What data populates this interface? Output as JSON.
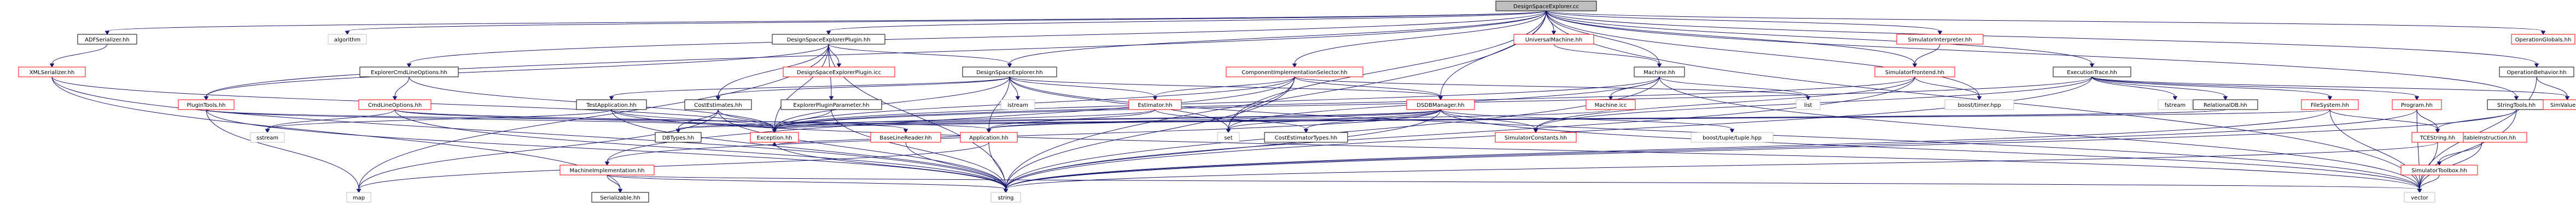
{
  "colors": {
    "edge": "#191970",
    "root_fill": "#bfbfbf",
    "box_border": "#000000",
    "box_border_incomplete": "#ff0000",
    "box_border_system": "#bfbfbf",
    "background": "#ffffff"
  },
  "nodes": [
    {
      "id": "dse_cc",
      "label": "DesignSpaceExplorer.cc",
      "style": "root"
    },
    {
      "id": "adf_serializer",
      "label": "ADFSerializer.hh",
      "style": "normal"
    },
    {
      "id": "algorithm",
      "label": "algorithm",
      "style": "leaf"
    },
    {
      "id": "dse_plugin",
      "label": "DesignSpaceExplorerPlugin.hh",
      "style": "normal"
    },
    {
      "id": "universal_machine",
      "label": "UniversalMachine.hh",
      "style": "red"
    },
    {
      "id": "simulator_interpreter",
      "label": "SimulatorInterpreter.hh",
      "style": "red"
    },
    {
      "id": "operation_globals",
      "label": "OperationGlobals.hh",
      "style": "red"
    },
    {
      "id": "xml_serializer",
      "label": "XMLSerializer.hh",
      "style": "red"
    },
    {
      "id": "explorer_cmd_line",
      "label": "ExplorerCmdLineOptions.hh",
      "style": "normal"
    },
    {
      "id": "dse_plugin_icc",
      "label": "DesignSpaceExplorerPlugin.icc",
      "style": "red"
    },
    {
      "id": "dse_hh",
      "label": "DesignSpaceExplorer.hh",
      "style": "normal"
    },
    {
      "id": "component_impl_selector",
      "label": "ComponentImplementationSelector.hh",
      "style": "red"
    },
    {
      "id": "machine_hh",
      "label": "Machine.hh",
      "style": "normal"
    },
    {
      "id": "simulator_frontend",
      "label": "SimulatorFrontend.hh",
      "style": "red"
    },
    {
      "id": "execution_trace",
      "label": "ExecutionTrace.hh",
      "style": "normal"
    },
    {
      "id": "operation_behavior",
      "label": "OperationBehavior.hh",
      "style": "normal"
    },
    {
      "id": "plugin_tools",
      "label": "PluginTools.hh",
      "style": "red"
    },
    {
      "id": "cmd_line_options",
      "label": "CmdLineOptions.hh",
      "style": "red"
    },
    {
      "id": "test_application",
      "label": "TestApplication.hh",
      "style": "normal"
    },
    {
      "id": "cost_estimates",
      "label": "CostEstimates.hh",
      "style": "normal"
    },
    {
      "id": "explorer_plugin_param",
      "label": "ExplorerPluginParameter.hh",
      "style": "normal"
    },
    {
      "id": "istream",
      "label": "istream",
      "style": "leaf"
    },
    {
      "id": "estimator",
      "label": "Estimator.hh",
      "style": "red"
    },
    {
      "id": "dsdb_manager",
      "label": "DSDBManager.hh",
      "style": "red"
    },
    {
      "id": "machine_icc",
      "label": "Machine.icc",
      "style": "red"
    },
    {
      "id": "list",
      "label": "list",
      "style": "leaf"
    },
    {
      "id": "boost_timer",
      "label": "boost/timer.hpp",
      "style": "leaf"
    },
    {
      "id": "fstream",
      "label": "fstream",
      "style": "leaf"
    },
    {
      "id": "relational_db",
      "label": "RelationalDB.hh",
      "style": "normal"
    },
    {
      "id": "file_system",
      "label": "FileSystem.hh",
      "style": "red"
    },
    {
      "id": "program_hh",
      "label": "Program.hh",
      "style": "red"
    },
    {
      "id": "string_tools",
      "label": "StringTools.hh",
      "style": "normal"
    },
    {
      "id": "simvalue",
      "label": "SimValue.hh",
      "style": "red"
    },
    {
      "id": "executable_instruction",
      "label": "ExecutableInstruction.hh",
      "style": "red"
    },
    {
      "id": "sstream",
      "label": "sstream",
      "style": "leaf"
    },
    {
      "id": "dbtypes",
      "label": "DBTypes.hh",
      "style": "normal"
    },
    {
      "id": "exception",
      "label": "Exception.hh",
      "style": "red"
    },
    {
      "id": "baseline_reader",
      "label": "BaseLineReader.hh",
      "style": "red"
    },
    {
      "id": "application",
      "label": "Application.hh",
      "style": "red"
    },
    {
      "id": "set",
      "label": "set",
      "style": "leaf"
    },
    {
      "id": "cost_estimator_types",
      "label": "CostEstimatorTypes.hh",
      "style": "normal"
    },
    {
      "id": "simulator_constants",
      "label": "SimulatorConstants.hh",
      "style": "red"
    },
    {
      "id": "boost_tuple",
      "label": "boost/tuple/tuple.hpp",
      "style": "leaf"
    },
    {
      "id": "tce_string",
      "label": "TCEString.hh",
      "style": "red"
    },
    {
      "id": "simulator_toolbox",
      "label": "SimulatorToolbox.hh",
      "style": "red"
    },
    {
      "id": "machine_implementation",
      "label": "MachineImplementation.hh",
      "style": "red"
    },
    {
      "id": "map",
      "label": "map",
      "style": "leaf"
    },
    {
      "id": "serializable",
      "label": "Serializable.hh",
      "style": "normal"
    },
    {
      "id": "string",
      "label": "string",
      "style": "leaf"
    },
    {
      "id": "vector",
      "label": "vector",
      "style": "leaf"
    }
  ],
  "edges": [
    [
      "dse_cc",
      "adf_serializer"
    ],
    [
      "dse_cc",
      "algorithm"
    ],
    [
      "dse_cc",
      "dse_plugin"
    ],
    [
      "dse_cc",
      "universal_machine"
    ],
    [
      "dse_cc",
      "simulator_interpreter"
    ],
    [
      "dse_cc",
      "operation_globals"
    ],
    [
      "dse_cc",
      "dse_hh"
    ],
    [
      "dse_cc",
      "component_impl_selector"
    ],
    [
      "dse_cc",
      "machine_hh"
    ],
    [
      "dse_cc",
      "simulator_frontend"
    ],
    [
      "dse_cc",
      "execution_trace"
    ],
    [
      "dse_cc",
      "operation_behavior"
    ],
    [
      "dse_cc",
      "plugin_tools"
    ],
    [
      "dse_cc",
      "explorer_cmd_line"
    ],
    [
      "dse_cc",
      "dsdb_manager"
    ],
    [
      "dse_cc",
      "boost_timer"
    ],
    [
      "dse_cc",
      "string_tools"
    ],
    [
      "dse_cc",
      "set"
    ],
    [
      "dse_cc",
      "vector"
    ],
    [
      "dse_cc",
      "string"
    ],
    [
      "adf_serializer",
      "xml_serializer"
    ],
    [
      "xml_serializer",
      "serializable"
    ],
    [
      "xml_serializer",
      "string"
    ],
    [
      "xml_serializer",
      "exception"
    ],
    [
      "dse_plugin",
      "dse_plugin_icc"
    ],
    [
      "dse_plugin",
      "dse_hh"
    ],
    [
      "dse_plugin",
      "explorer_plugin_param"
    ],
    [
      "dse_plugin",
      "plugin_tools"
    ],
    [
      "dse_plugin",
      "cost_estimates"
    ],
    [
      "dse_plugin",
      "string"
    ],
    [
      "dse_plugin",
      "map"
    ],
    [
      "dse_plugin",
      "exception"
    ],
    [
      "explorer_cmd_line",
      "cmd_line_options"
    ],
    [
      "explorer_cmd_line",
      "exception"
    ],
    [
      "cmd_line_options",
      "sstream"
    ],
    [
      "cmd_line_options",
      "string"
    ],
    [
      "cmd_line_options",
      "exception"
    ],
    [
      "cmd_line_options",
      "baseline_reader"
    ],
    [
      "dse_hh",
      "test_application"
    ],
    [
      "dse_hh",
      "cost_estimates"
    ],
    [
      "dse_hh",
      "istream"
    ],
    [
      "dse_hh",
      "estimator"
    ],
    [
      "dse_hh",
      "dsdb_manager"
    ],
    [
      "dse_hh",
      "exception"
    ],
    [
      "dse_hh",
      "application"
    ],
    [
      "dse_hh",
      "set"
    ],
    [
      "dse_hh",
      "vector"
    ],
    [
      "component_impl_selector",
      "estimator"
    ],
    [
      "component_impl_selector",
      "dsdb_manager"
    ],
    [
      "component_impl_selector",
      "set"
    ],
    [
      "component_impl_selector",
      "list"
    ],
    [
      "component_impl_selector",
      "string"
    ],
    [
      "component_impl_selector",
      "exception"
    ],
    [
      "component_impl_selector",
      "machine_implementation"
    ],
    [
      "machine_hh",
      "machine_icc"
    ],
    [
      "machine_hh",
      "list"
    ],
    [
      "machine_hh",
      "exception"
    ],
    [
      "machine_hh",
      "string"
    ],
    [
      "machine_hh",
      "vector"
    ],
    [
      "machine_hh",
      "set"
    ],
    [
      "universal_machine",
      "machine_hh"
    ],
    [
      "simulator_frontend",
      "boost_timer"
    ],
    [
      "simulator_frontend",
      "exception"
    ],
    [
      "simulator_frontend",
      "simulator_constants"
    ],
    [
      "simulator_frontend",
      "string"
    ],
    [
      "simulator_interpreter",
      "simulator_frontend"
    ],
    [
      "execution_trace",
      "relational_db"
    ],
    [
      "execution_trace",
      "fstream"
    ],
    [
      "execution_trace",
      "simulator_constants"
    ],
    [
      "execution_trace",
      "exception"
    ],
    [
      "execution_trace",
      "string"
    ],
    [
      "execution_trace",
      "file_system"
    ],
    [
      "execution_trace",
      "program_hh"
    ],
    [
      "execution_trace",
      "simvalue"
    ],
    [
      "operation_behavior",
      "simvalue"
    ],
    [
      "operation_behavior",
      "vector"
    ],
    [
      "plugin_tools",
      "map"
    ],
    [
      "plugin_tools",
      "string"
    ],
    [
      "plugin_tools",
      "exception"
    ],
    [
      "plugin_tools",
      "application"
    ],
    [
      "test_application",
      "sstream"
    ],
    [
      "test_application",
      "exception"
    ],
    [
      "test_application",
      "string"
    ],
    [
      "test_application",
      "vector"
    ],
    [
      "cost_estimates",
      "map"
    ],
    [
      "cost_estimates",
      "string"
    ],
    [
      "cost_estimates",
      "exception"
    ],
    [
      "cost_estimates",
      "dbtypes"
    ],
    [
      "explorer_plugin_param",
      "exception"
    ],
    [
      "explorer_plugin_param",
      "string"
    ],
    [
      "estimator",
      "cost_estimator_types"
    ],
    [
      "estimator",
      "exception"
    ],
    [
      "estimator",
      "application"
    ],
    [
      "dsdb_manager",
      "set"
    ],
    [
      "dsdb_manager",
      "vector"
    ],
    [
      "dsdb_manager",
      "string"
    ],
    [
      "dsdb_manager",
      "boost_tuple"
    ],
    [
      "dsdb_manager",
      "dbtypes"
    ],
    [
      "dsdb_manager",
      "exception"
    ],
    [
      "dsdb_manager",
      "cost_estimator_types"
    ],
    [
      "dsdb_manager",
      "simulator_constants"
    ],
    [
      "dsdb_manager",
      "machine_implementation"
    ],
    [
      "dsdb_manager",
      "application"
    ],
    [
      "machine_icc",
      "application"
    ],
    [
      "relational_db",
      "dbtypes"
    ],
    [
      "relational_db",
      "exception"
    ],
    [
      "file_system",
      "tce_string"
    ],
    [
      "file_system",
      "exception"
    ],
    [
      "file_system",
      "string"
    ],
    [
      "file_system",
      "vector"
    ],
    [
      "program_hh",
      "tce_string"
    ],
    [
      "program_hh",
      "vector"
    ],
    [
      "program_hh",
      "string"
    ],
    [
      "string_tools",
      "tce_string"
    ],
    [
      "string_tools",
      "vector"
    ],
    [
      "string_tools",
      "string"
    ],
    [
      "executable_instruction",
      "simulator_toolbox"
    ],
    [
      "executable_instruction",
      "vector"
    ],
    [
      "simulator_toolbox",
      "vector"
    ],
    [
      "application",
      "string"
    ],
    [
      "application",
      "map"
    ],
    [
      "application",
      "exception"
    ],
    [
      "machine_implementation",
      "serializable"
    ],
    [
      "machine_implementation",
      "string"
    ],
    [
      "machine_implementation",
      "vector"
    ],
    [
      "exception",
      "string"
    ],
    [
      "baseline_reader",
      "string"
    ],
    [
      "tce_string",
      "string"
    ],
    [
      "tce_string",
      "vector"
    ]
  ]
}
